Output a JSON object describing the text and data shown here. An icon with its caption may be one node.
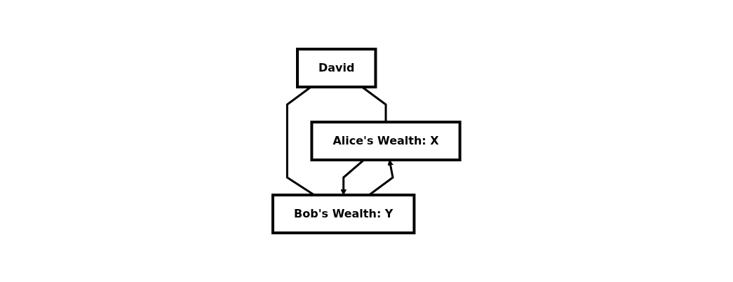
{
  "diagram": {
    "nodes": [
      {
        "text": [
          "David"
        ]
      },
      {
        "text": [
          "Alice's Wealth: X"
        ]
      },
      {
        "text": [
          "Bob's Wealth: Y"
        ]
      }
    ],
    "edges": [
      {
        "from": 0,
        "to": 1,
        "arrow": "none"
      },
      {
        "from": 0,
        "to": 2,
        "arrow": "none"
      },
      {
        "from": 1,
        "to": 2,
        "arrow": "to"
      },
      {
        "from": 2,
        "to": 1,
        "arrow": "to"
      }
    ]
  }
}
